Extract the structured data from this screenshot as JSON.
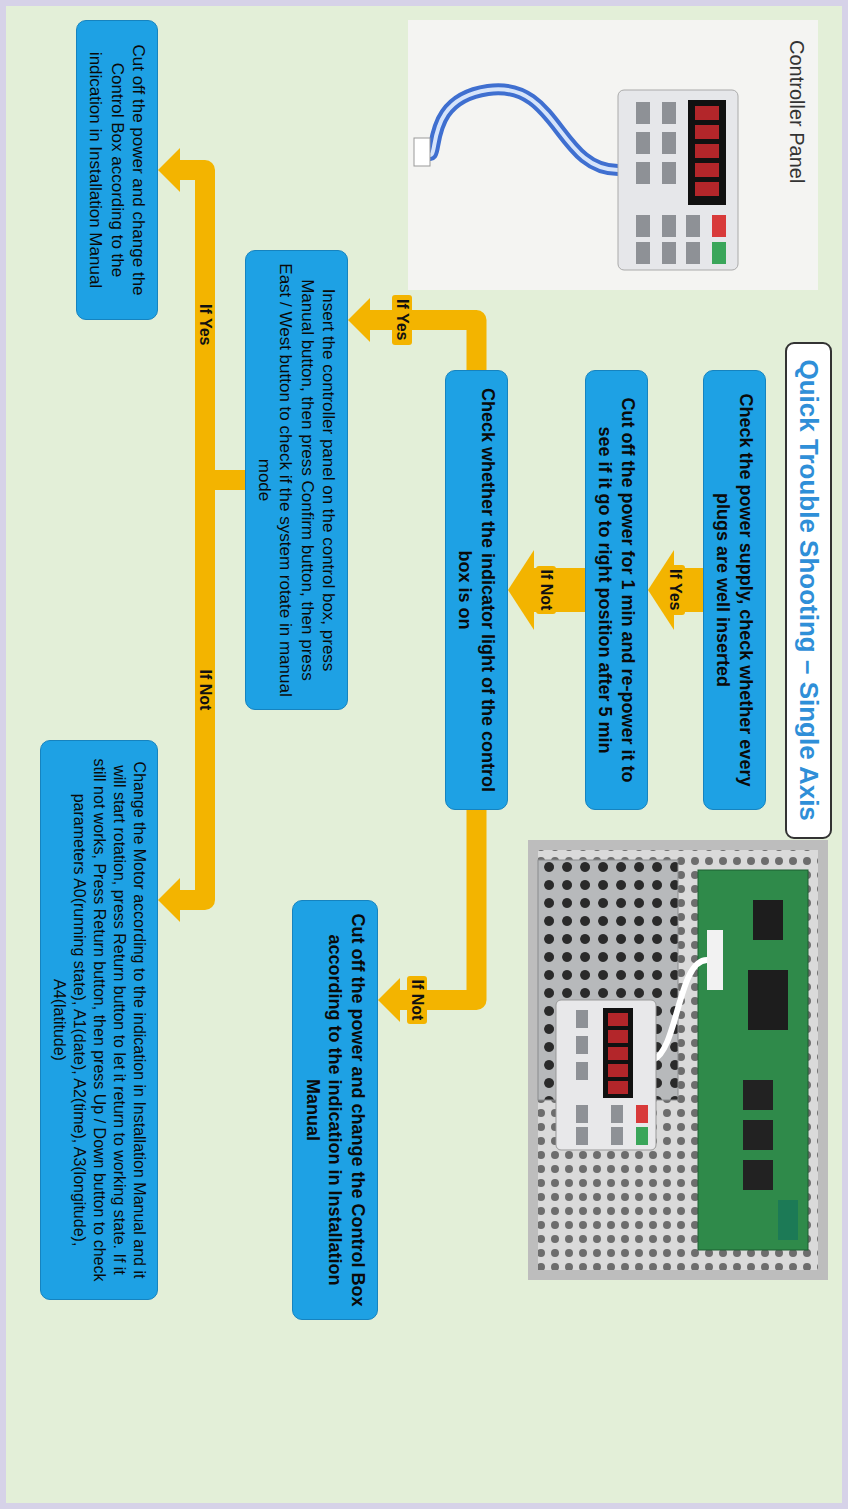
{
  "diagram": {
    "title": "Quick Trouble Shooting – Single Axis",
    "nodes": [
      {
        "text": [
          "Check the power supply, check whether every plugs are well inserted"
        ]
      },
      {
        "text": [
          "Cut off the power for 1 min and re-power it to see if it go to right position after 5 min"
        ]
      },
      {
        "text": [
          "Check whether the indicator light of the control box is on"
        ]
      },
      {
        "text": [
          "Cut off the power and change the Control Box according to the indication in Installation Manual"
        ]
      },
      {
        "text": [
          "Insert the controller panel on the control box, press Manual button, then press Confirm button, then press East / West button to check if the system rotate in manual mode"
        ]
      },
      {
        "text": [
          "Cut off the power and change the Control Box according to the indication in Installation Manual"
        ]
      },
      {
        "text": [
          "Change the Motor according to the indication in Installation Manual and it will start rotation, press Return button to let it return to working state. If it still not works, Press Return button, then press Up / Down button to check parameters A0(running state), A1(date), A2(time), A3(longitude), A4(latitude)"
        ]
      }
    ],
    "edges": [
      {
        "from": 0,
        "to": 1,
        "label": "If Yes",
        "arrow": "to"
      },
      {
        "from": 1,
        "to": 2,
        "label": "If Not",
        "arrow": "to"
      },
      {
        "from": 2,
        "to": 4,
        "label": "If Yes",
        "arrow": "to"
      },
      {
        "from": 2,
        "to": 3,
        "label": "If Not",
        "arrow": "to"
      },
      {
        "from": 4,
        "to": 5,
        "label": "If Yes",
        "arrow": "to"
      },
      {
        "from": 4,
        "to": 6,
        "label": "If Not",
        "arrow": "to"
      }
    ],
    "labels": [
      "Controller Panel"
    ]
  }
}
